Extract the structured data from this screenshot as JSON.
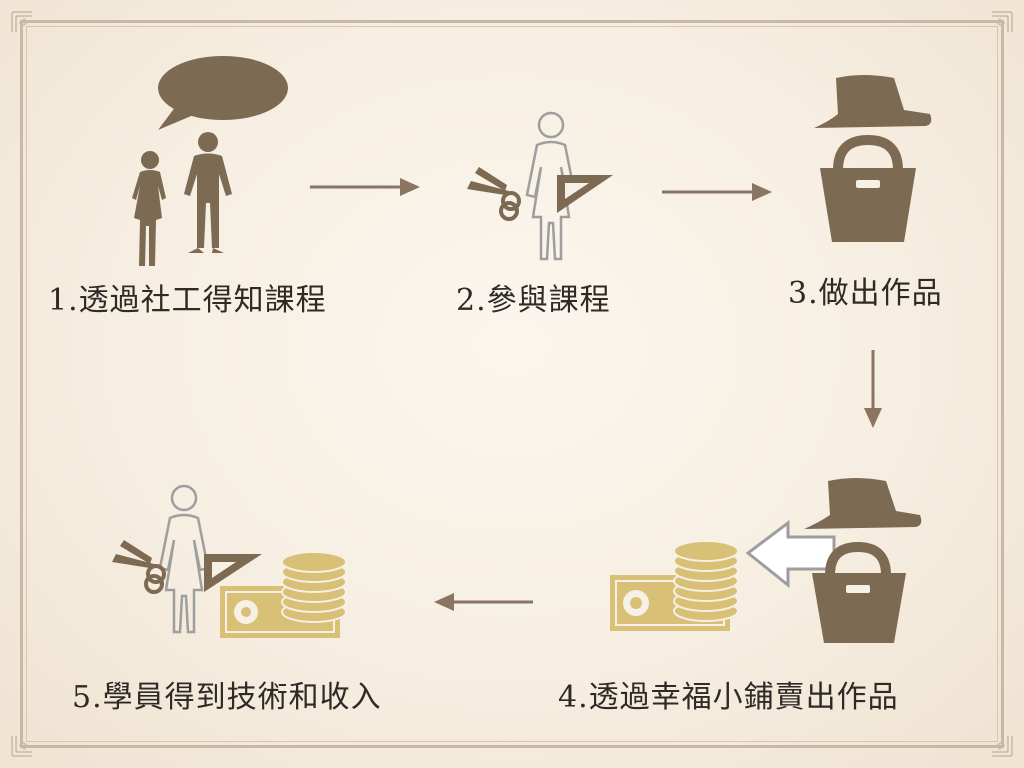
{
  "colors": {
    "brown": "#7d6a52",
    "arrow": "#8a7563",
    "gold": "#d9c077",
    "outline": "#9e9e9e"
  },
  "icons": [
    "speech-bubble-icon",
    "people-icon",
    "woman-with-tools-icon",
    "hat-icon",
    "basket-icon",
    "money-coins-icon",
    "chevron-arrow-icon"
  ],
  "steps": [
    {
      "label": "1.透過社工得知課程"
    },
    {
      "label": "2.參與課程"
    },
    {
      "label": "3.做出作品"
    },
    {
      "label": "4.透過幸福小鋪賣出作品"
    },
    {
      "label": "5.學員得到技術和收入"
    }
  ]
}
